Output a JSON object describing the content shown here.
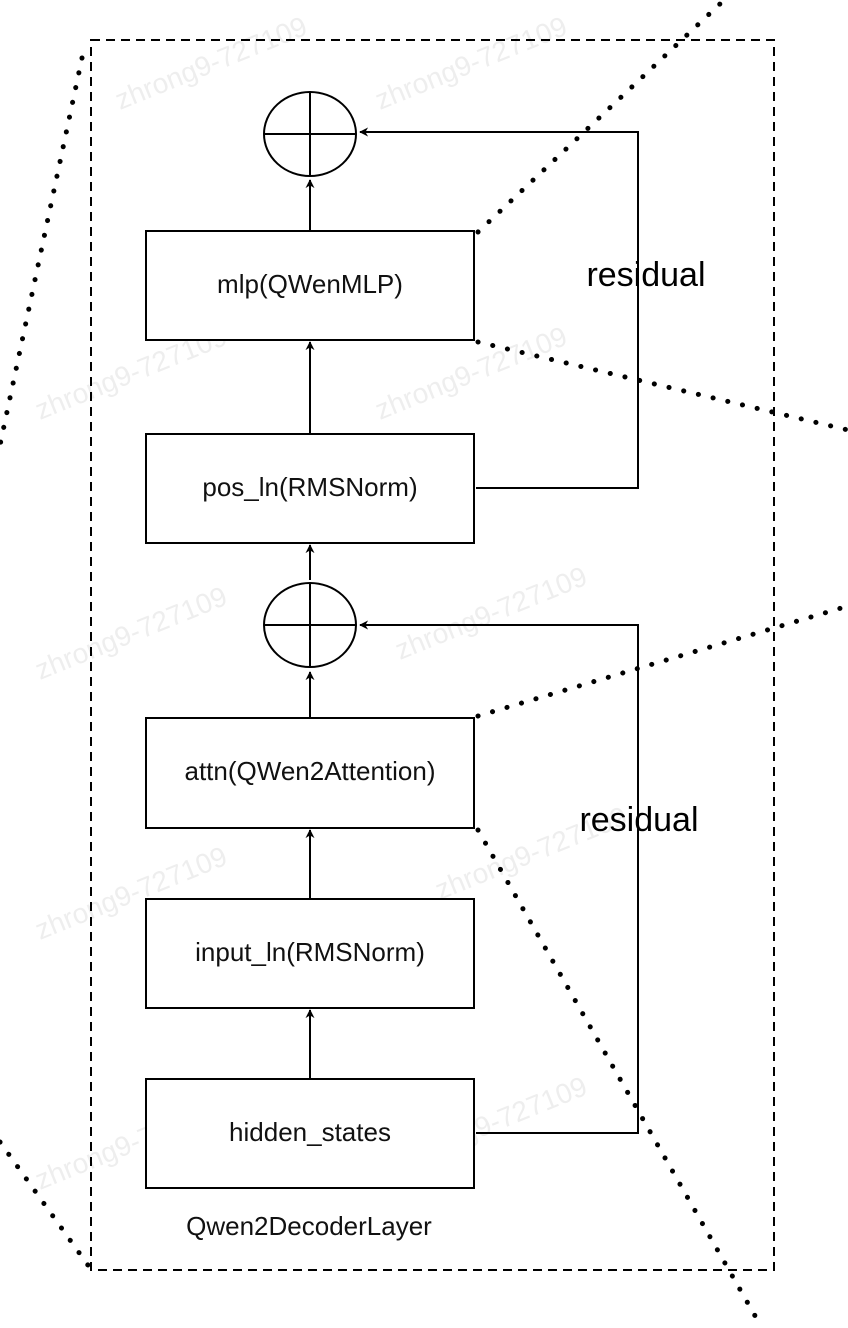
{
  "nodes": {
    "mlp": "mlp(QWenMLP)",
    "pos_ln": "pos_ln(RMSNorm)",
    "attn": "attn(QWen2Attention)",
    "input_ln": "input_ln(RMSNorm)",
    "hidden_states": "hidden_states"
  },
  "edges": {
    "residual_top": "residual",
    "residual_bottom": "residual"
  },
  "container": {
    "label": "Qwen2DecoderLayer"
  },
  "watermark": {
    "text": "zhrong9-727109"
  },
  "colors": {
    "line": "#000000",
    "watermark": "#cfcfcf",
    "background": "#ffffff"
  }
}
